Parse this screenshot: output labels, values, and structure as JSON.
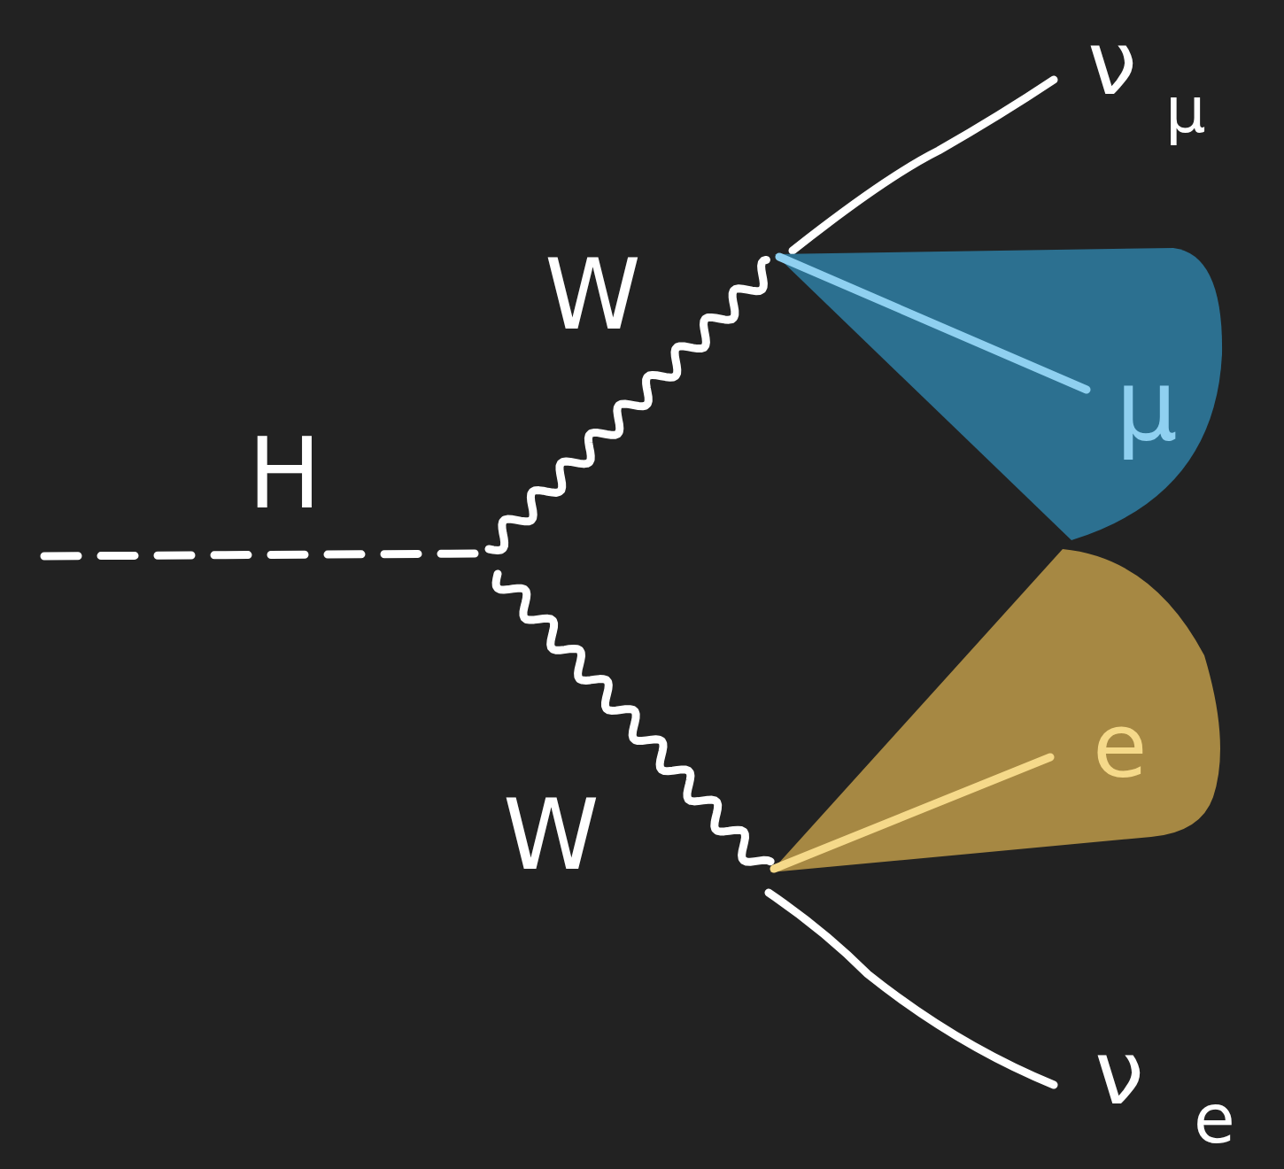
{
  "diagram": {
    "nodes": [
      {
        "text": [
          "μ"
        ]
      },
      {
        "text": [
          "e"
        ]
      }
    ],
    "labels": [
      "ν",
      "μ",
      "W",
      "H",
      "W",
      "ν",
      "e"
    ]
  }
}
